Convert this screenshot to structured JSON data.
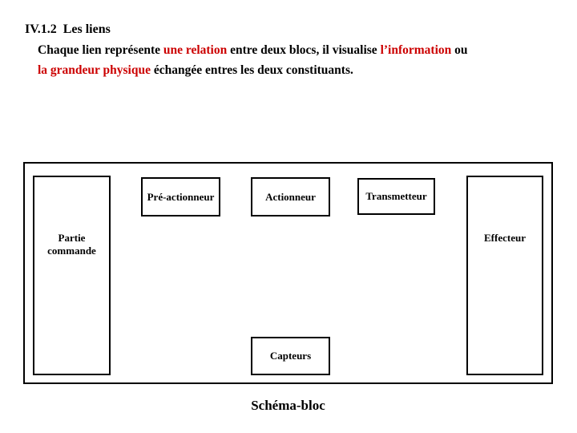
{
  "slide": {
    "title": "IV.1.2  Les liens",
    "paragraph": {
      "l1s1": "Chaque lien représente ",
      "l1s2_red": "une relation",
      "l1s3": " entre deux blocs, il visualise ",
      "l1s4_red": "l’information",
      "l1s5": " ou",
      "l2s1_red": "la grandeur physique",
      "l2s2": " échangée entres les deux constituants."
    }
  },
  "diagram": {
    "blocks": {
      "partie_commande": "Partie commande",
      "pre_actionneur": "Pré-actionneur",
      "actionneur": "Actionneur",
      "transmetteur": "Transmetteur",
      "effecteur": "Effecteur",
      "capteurs": "Capteurs"
    },
    "caption": "Schéma-bloc"
  },
  "colors": {
    "background": "#ffffff",
    "text": "#000000",
    "emphasis_red": "#cc0000",
    "border": "#000000"
  }
}
